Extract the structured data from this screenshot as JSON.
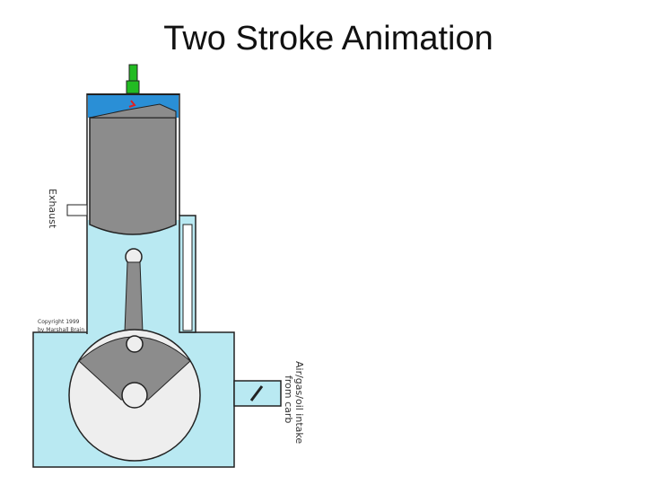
{
  "slide": {
    "title": "Two Stroke Animation"
  },
  "diagram": {
    "exhaust_label": "Exhaust",
    "copyright_line1": "Copyright 1999",
    "copyright_line2": "by Marshall Brain",
    "intake_line1": "Air/gas/oil intake",
    "intake_line2": "from carb"
  },
  "colors": {
    "coolant": "#b9e9f2",
    "combustion": "#2a8fd6",
    "piston": "#8c8c8c",
    "crank_disc": "#eeeeee",
    "spark_plug": "#22bb22",
    "spark": "#dd2222"
  }
}
